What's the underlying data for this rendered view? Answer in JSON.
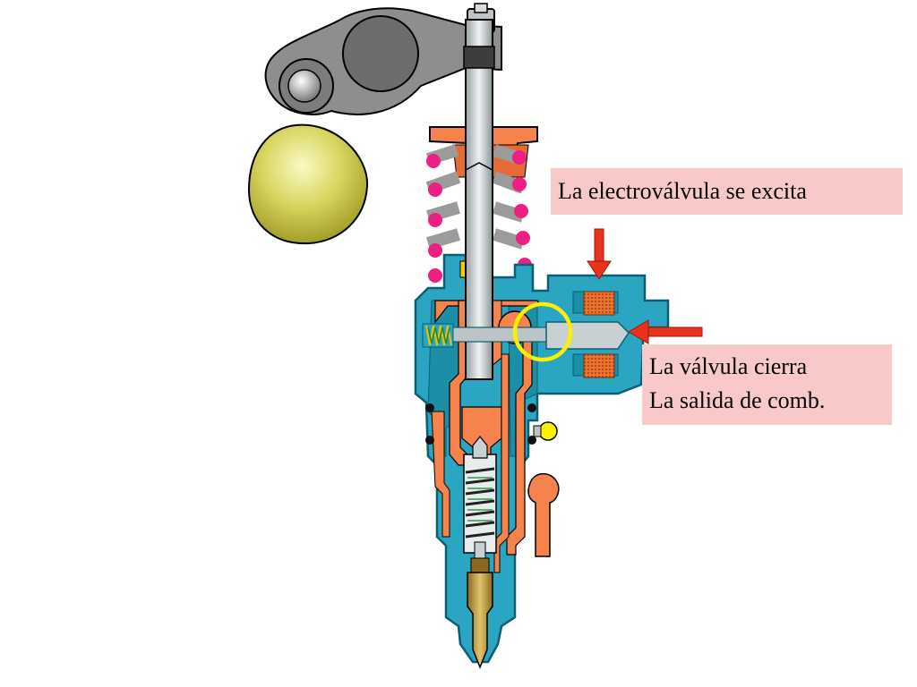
{
  "labels": {
    "solenoid_excited": "La electroválvula se excita",
    "valve_closes_line1": "La válvula cierra",
    "valve_closes_line2": "La salida de comb."
  },
  "colors": {
    "body_cyan": "#2aa6c2",
    "body_dark": "#0c5f70",
    "fuel_orange": "#f5834b",
    "spring_magenta": "#ee1f82",
    "cam_olive": "#bcba38",
    "rocker_gray": "#8e8e8e",
    "plunger_gray": "#c8cccd",
    "coil_orange": "#e8742e",
    "highlight_yellow": "#ffee00",
    "arrow_red": "#e8321c",
    "label_pink": "#f9c9c9",
    "nozzle_bronze": "#c09a3c"
  },
  "icons": {
    "flow_arrow": "arrow-icon",
    "highlight": "circle-highlight"
  }
}
